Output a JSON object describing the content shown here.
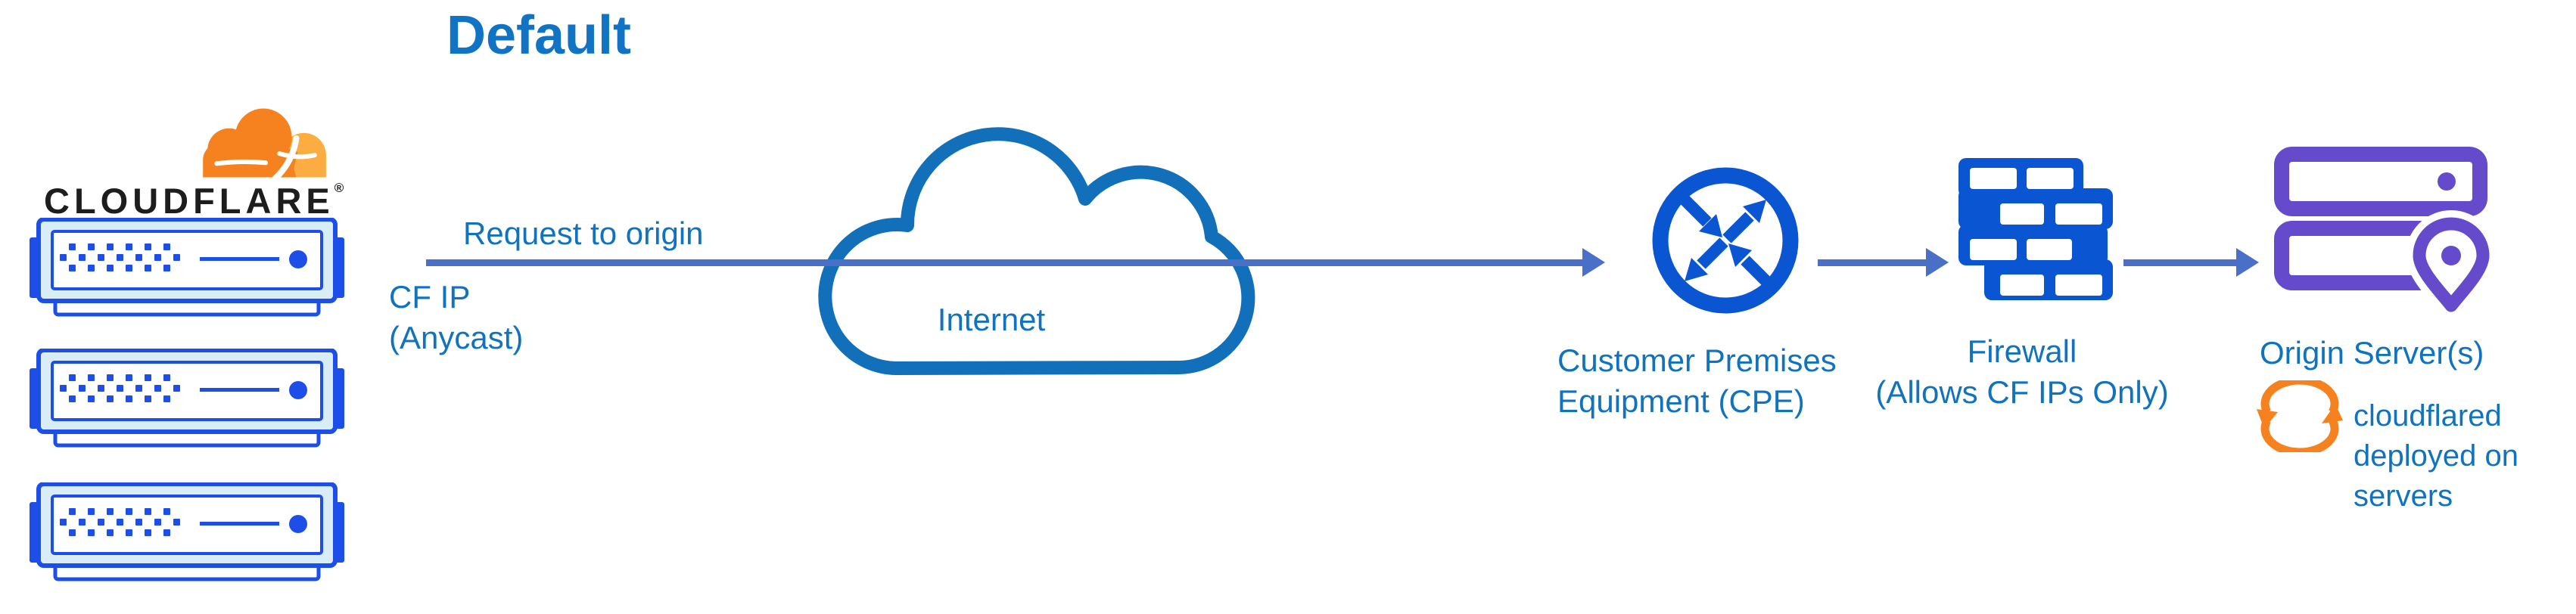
{
  "title": "Default",
  "brand": {
    "wordmark": "CLOUDFLARE",
    "registered_mark": "®"
  },
  "edge": {
    "request_label": "Request to origin",
    "ip_lines": [
      "CF IP",
      "(Anycast)"
    ]
  },
  "internet": {
    "label": "Internet"
  },
  "cpe": {
    "label_lines": [
      "Customer Premises",
      "Equipment (CPE)"
    ]
  },
  "firewall": {
    "label_lines": [
      "Firewall",
      "(Allows CF IPs Only)"
    ]
  },
  "origin": {
    "label": "Origin Server(s)",
    "note_lines": [
      "cloudflared",
      "deployed on",
      "servers"
    ]
  },
  "colors": {
    "title-blue": "#1173c4",
    "label-blue": "#1173bd",
    "line-blue": "#4a6fc6",
    "icon-blue": "#0a55d2",
    "server-blue": "#1d4fe8",
    "server-fill": "#d8edf6",
    "cloud-stroke": "#1270bb",
    "purple": "#654bcc",
    "orange": "#f6821f",
    "orange-light": "#fbad41",
    "wordmark-black": "#1d1d1d"
  }
}
